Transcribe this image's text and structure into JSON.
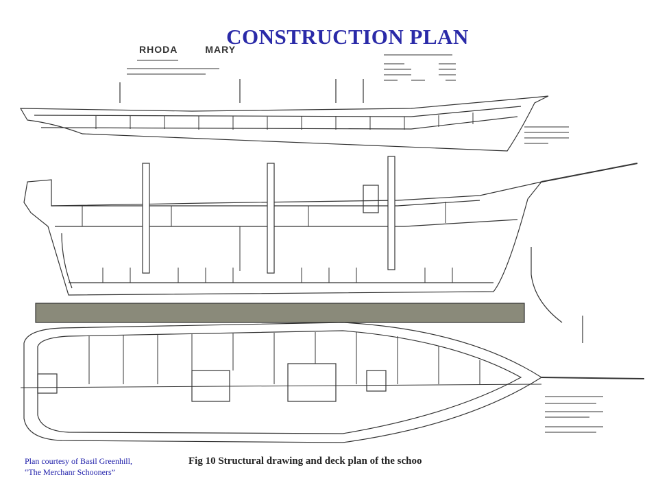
{
  "slide": {
    "title": "CONSTRUCTION PLAN",
    "credit_line1": "Plan courtesy of Basil Greenhill,",
    "credit_line2": "“The Merchanr Schooners”"
  },
  "drawing": {
    "vessel_name_1": "RHODA",
    "vessel_name_2": "MARY",
    "caption": "Fig 10   Structural drawing and deck plan of the schoo"
  }
}
